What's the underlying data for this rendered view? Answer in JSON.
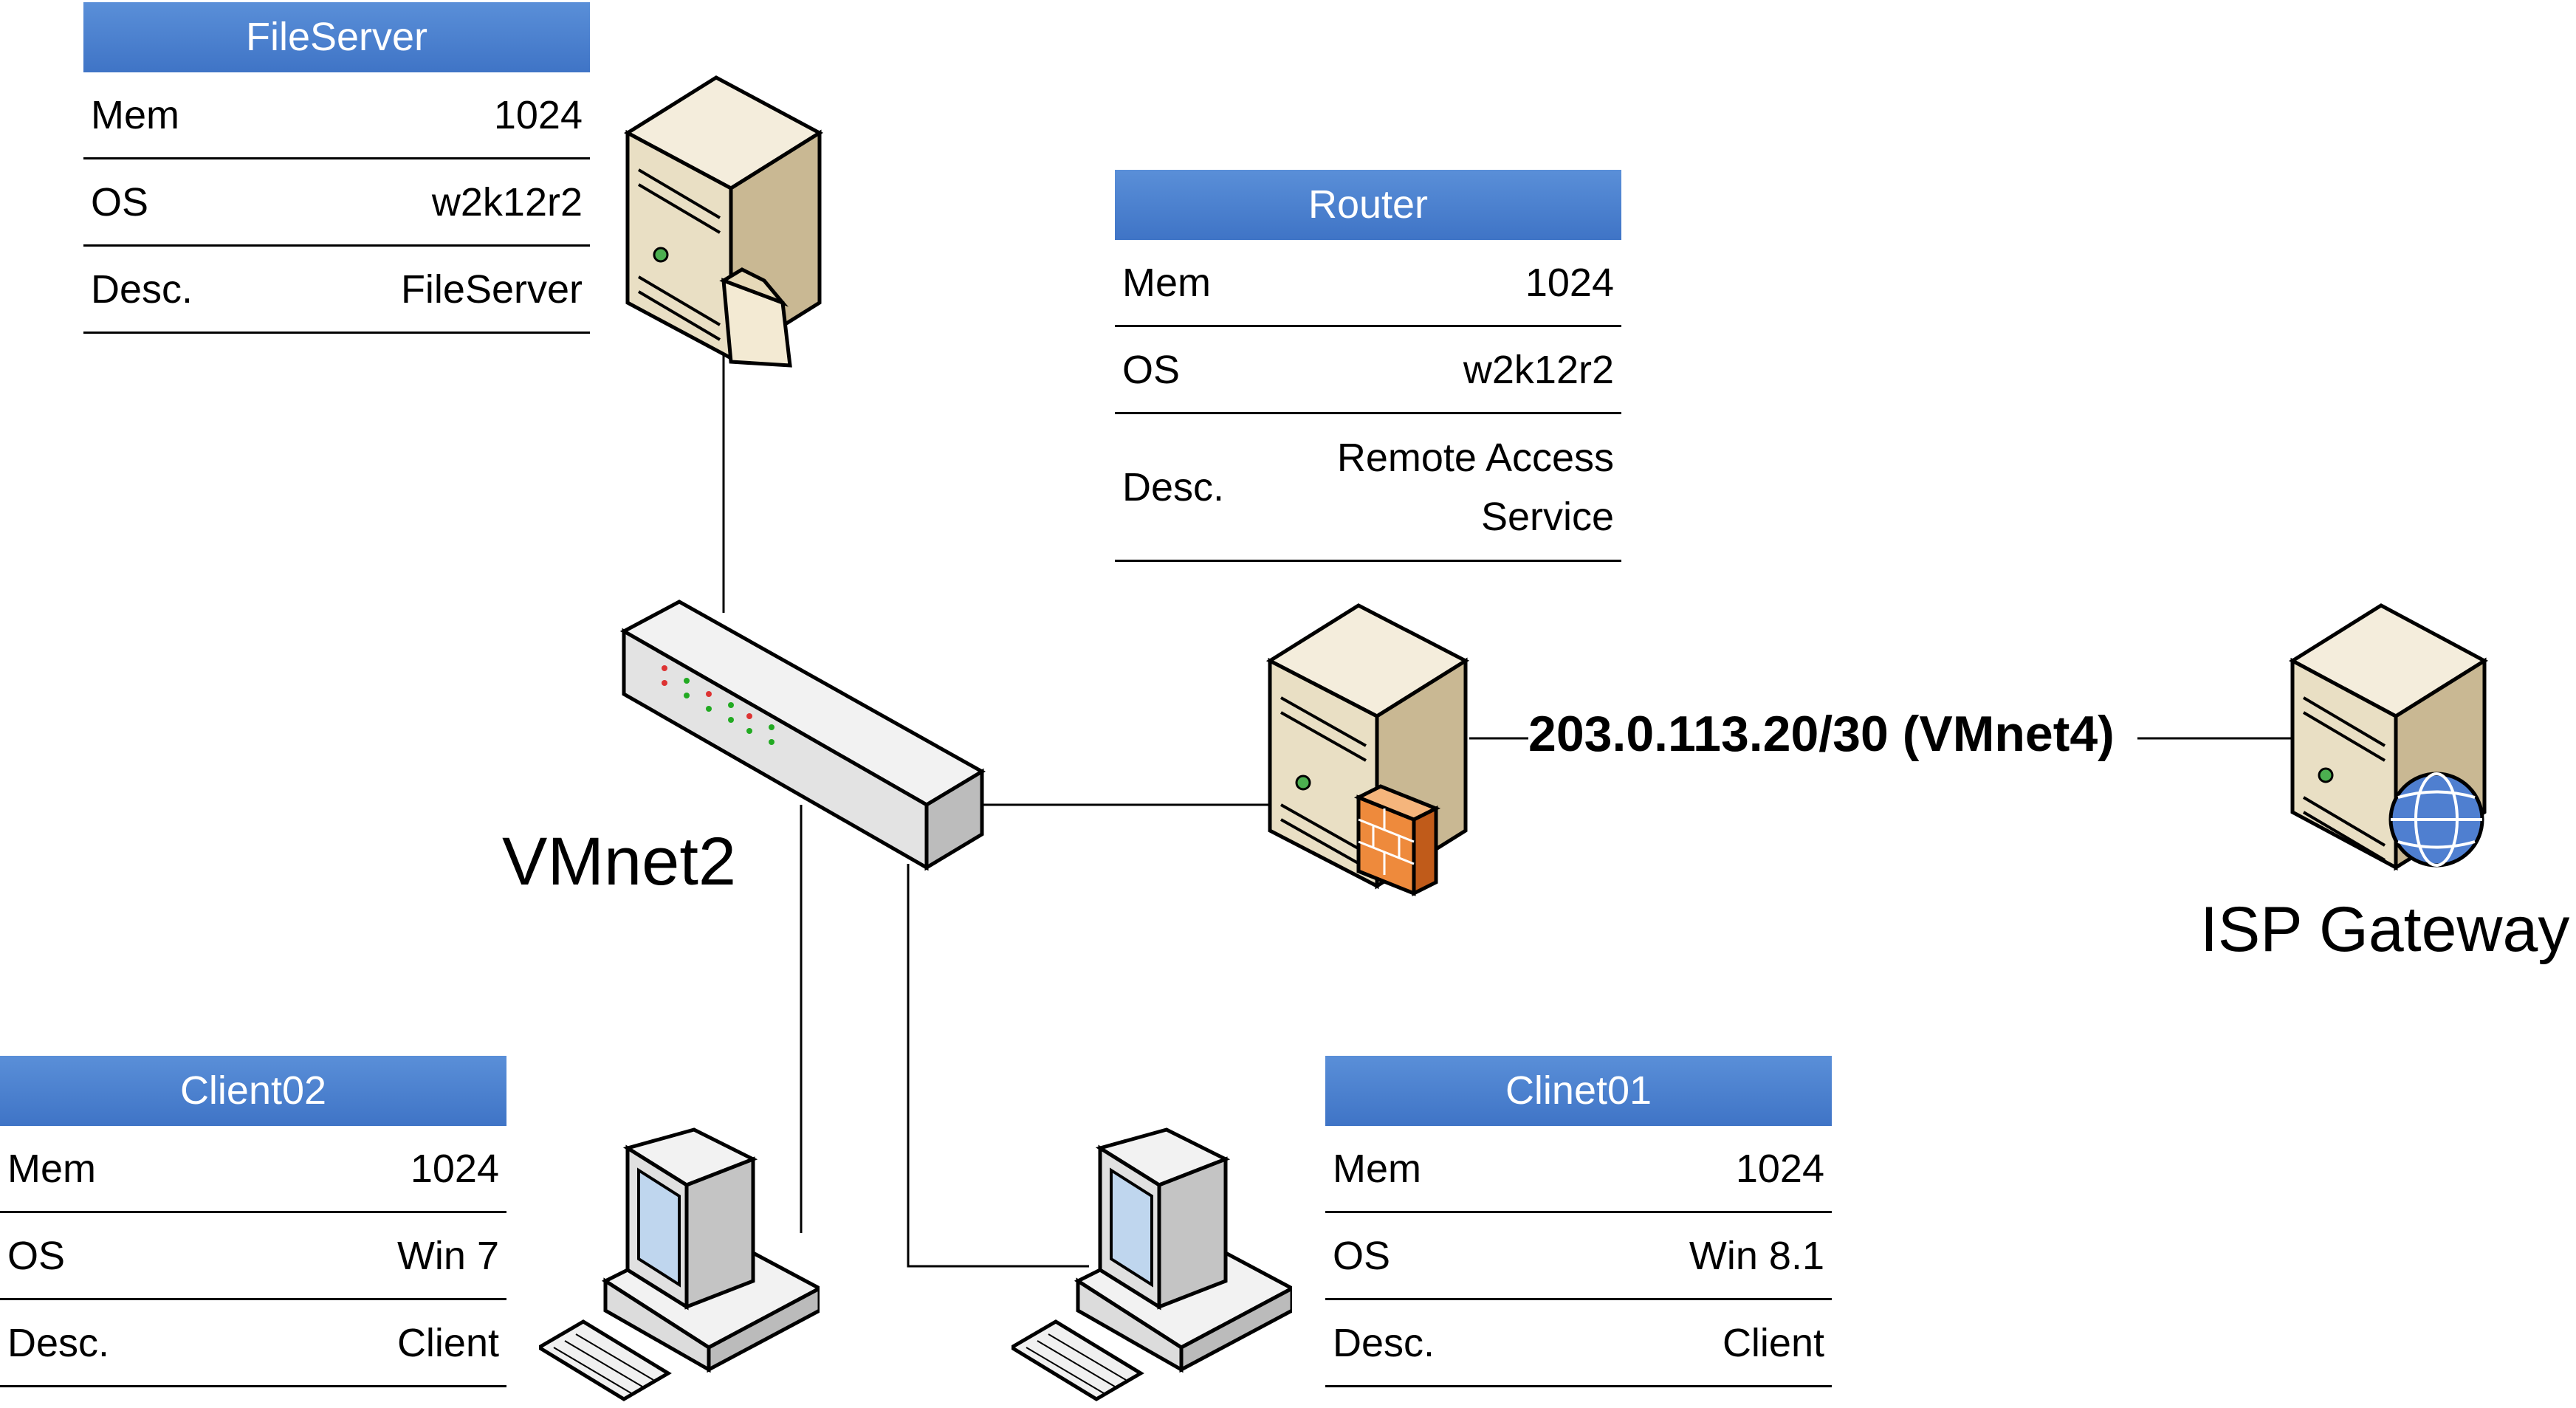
{
  "cards": {
    "fileserver": {
      "title": "FileServer",
      "mem_label": "Mem",
      "mem": "1024",
      "os_label": "OS",
      "os": "w2k12r2",
      "desc_label": "Desc.",
      "desc": "FileServer"
    },
    "router": {
      "title": "Router",
      "mem_label": "Mem",
      "mem": "1024",
      "os_label": "OS",
      "os": "w2k12r2",
      "desc_label": "Desc.",
      "desc_line1": "Remote Access",
      "desc_line2": "Service"
    },
    "client02": {
      "title": "Client02",
      "mem_label": "Mem",
      "mem": "1024",
      "os_label": "OS",
      "os": "Win 7",
      "desc_label": "Desc.",
      "desc": "Client"
    },
    "clinet01": {
      "title": "Clinet01",
      "mem_label": "Mem",
      "mem": "1024",
      "os_label": "OS",
      "os": "Win 8.1",
      "desc_label": "Desc.",
      "desc": "Client"
    }
  },
  "labels": {
    "switch": "VMnet2",
    "wan_link": "203.0.113.20/30 (VMnet4)",
    "gateway": "ISP Gateway"
  },
  "icons": {
    "fileserver": "server-folder-icon",
    "switch": "network-switch-icon",
    "router": "server-firewall-icon",
    "gateway": "server-globe-icon",
    "client02": "desktop-computer-icon",
    "clinet01": "desktop-computer-icon"
  },
  "colors": {
    "header": "#4a80d0",
    "server": "#e8dcc0",
    "firewall": "#e87a30",
    "globe": "#3a6fc0"
  }
}
